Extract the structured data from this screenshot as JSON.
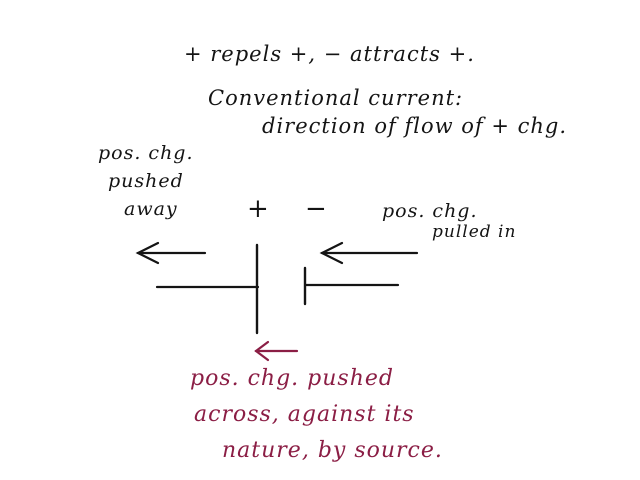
{
  "colors": {
    "ink": "#141414",
    "accent_ink": "#8b1e45",
    "background": "#ffffff"
  },
  "notes": {
    "line1": "+ repels +,   − attracts +.",
    "line2": "Conventional current:",
    "line3": "direction of flow of + chg."
  },
  "labels": {
    "left_1": "pos. chg.",
    "left_2": "pushed",
    "left_3": "away",
    "plus_terminal": "+",
    "minus_terminal": "−",
    "right_1": "pos. chg.",
    "right_2": "pulled in"
  },
  "caption": {
    "line1": "pos. chg. pushed",
    "line2": "across, against its",
    "line3": "nature, by source."
  }
}
